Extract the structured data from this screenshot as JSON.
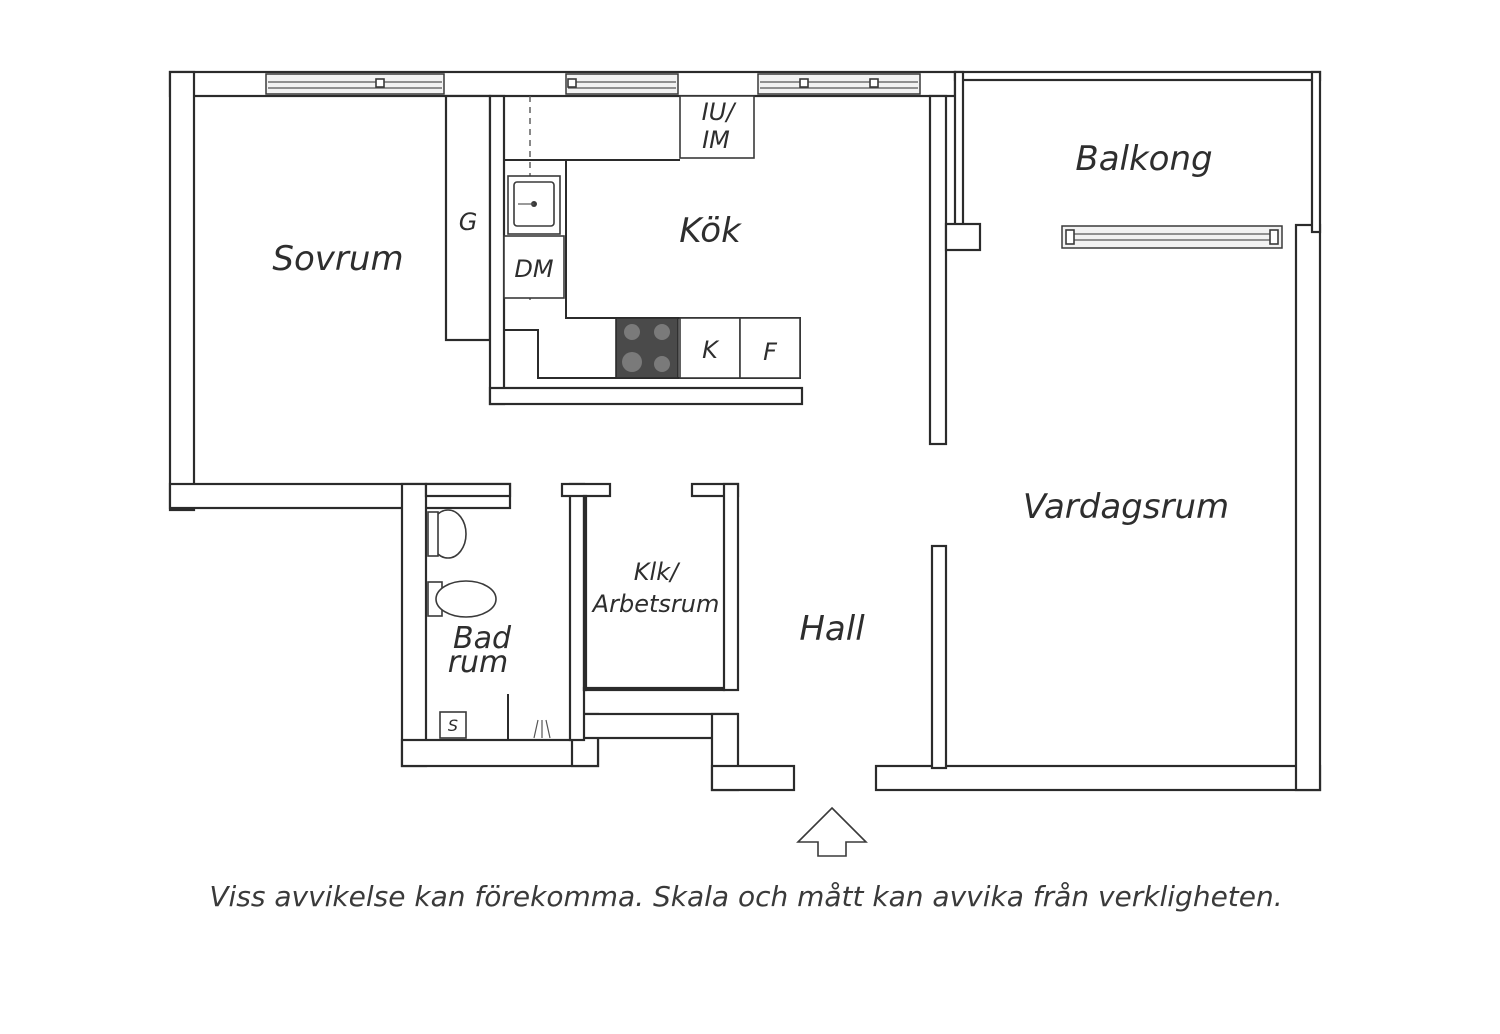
{
  "floorplan": {
    "rooms": {
      "sovrum": "Sovrum",
      "kok": "Kök",
      "balkong": "Balkong",
      "vardagsrum": "Vardagsrum",
      "hall": "Hall",
      "klk_line1": "Klk/",
      "klk_line2": "Arbetsrum",
      "bad_line1": "Bad",
      "bad_line2": "rum"
    },
    "fixtures": {
      "garderob": "G",
      "diskmaskin": "DM",
      "iu_line1": "IU/",
      "iu_line2": "IM",
      "kyl": "K",
      "frys": "F",
      "skap": "S"
    },
    "disclaimer": "Viss avvikelse kan förekomma. Skala och mått kan avvika från verkligheten."
  }
}
